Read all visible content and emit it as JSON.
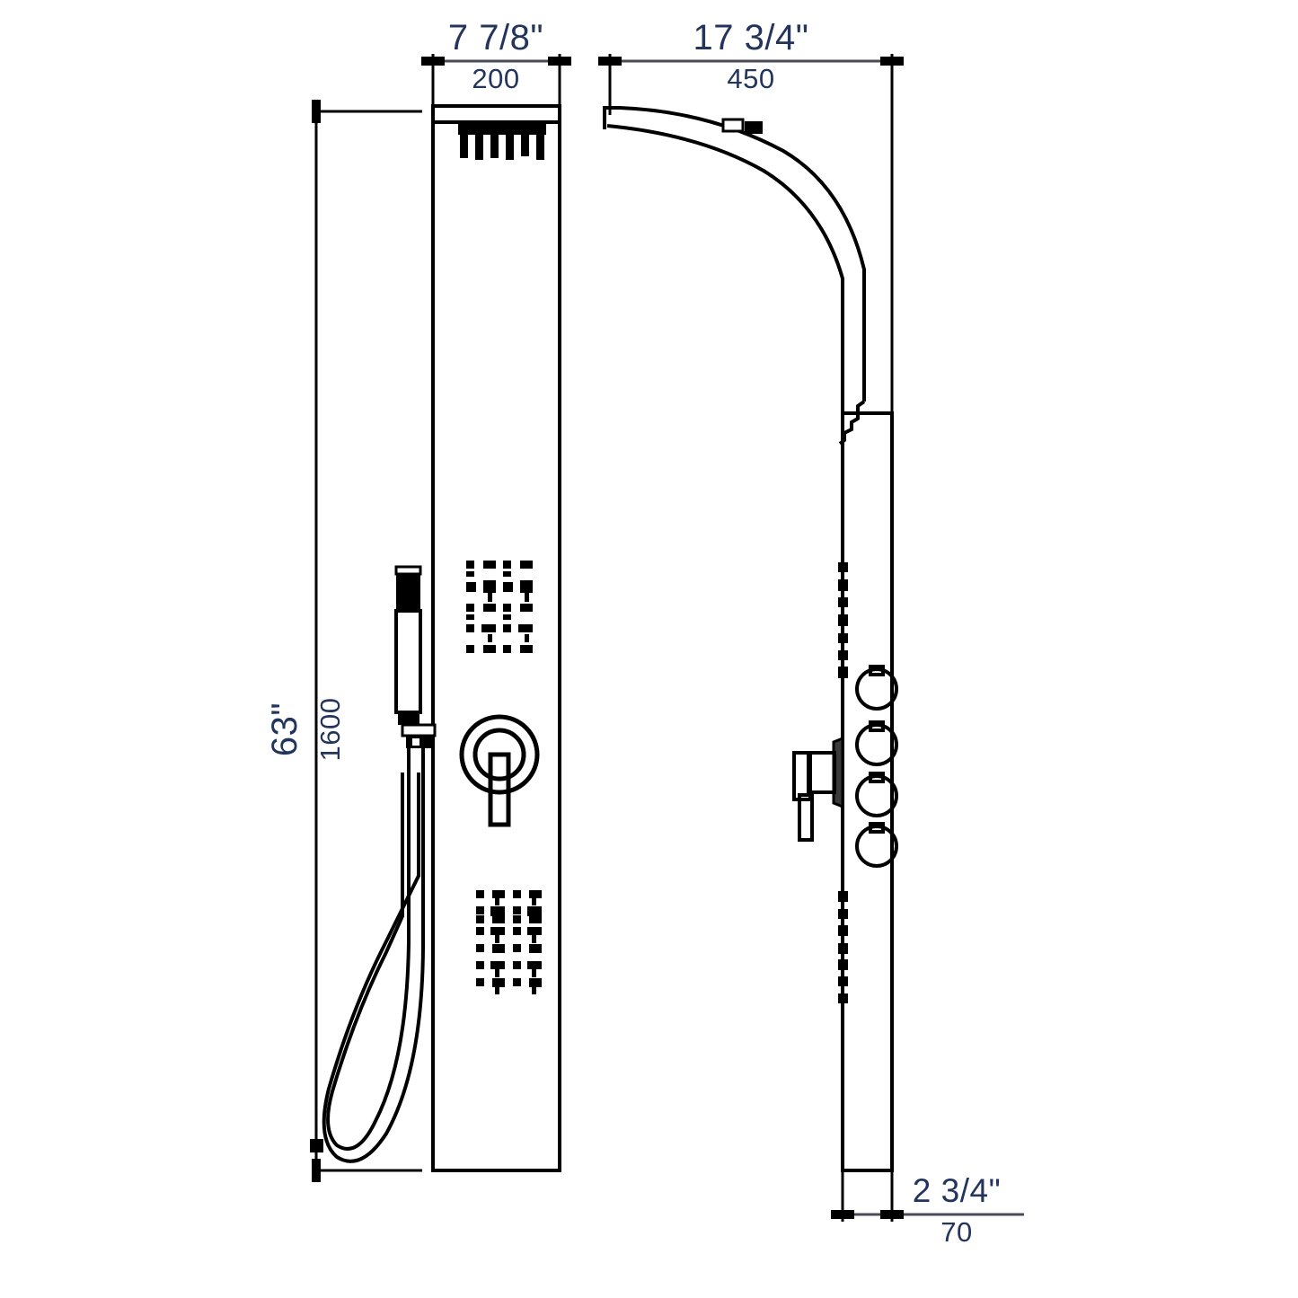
{
  "document": {
    "type": "technical-dimension-drawing",
    "subject": "shower-panel-tower",
    "background_color": "#ffffff",
    "line_color": "#000000",
    "dimension_text_color": "#23355c"
  },
  "dimensions": {
    "front_width": {
      "imperial": "7 7/8\"",
      "metric": "200",
      "orientation": "horizontal",
      "position": "top-left-view"
    },
    "side_depth_top": {
      "imperial": "17 3/4\"",
      "metric": "450",
      "orientation": "horizontal",
      "position": "top-right-view"
    },
    "height": {
      "imperial": "63\"",
      "metric": "1600",
      "orientation": "vertical",
      "position": "left-of-front-view"
    },
    "base_depth": {
      "imperial": "2 3/4\"",
      "metric": "70",
      "orientation": "horizontal",
      "position": "bottom-right-view"
    }
  },
  "views": {
    "front": {
      "name": "front-elevation",
      "components": [
        {
          "name": "rain-shower-head",
          "teeth": 6
        },
        {
          "name": "upper-body-jet-array",
          "columns": 4,
          "rows": 7
        },
        {
          "name": "mixer-valve-knob"
        },
        {
          "name": "lower-body-jet-array",
          "columns": 4,
          "rows": 8
        },
        {
          "name": "handheld-shower-wand"
        },
        {
          "name": "shower-hose-loop"
        }
      ]
    },
    "side": {
      "name": "side-elevation",
      "components": [
        {
          "name": "curved-shower-arm"
        },
        {
          "name": "upper-jet-profile-ticks",
          "count": 9
        },
        {
          "name": "control-knob-profile",
          "count": 4
        },
        {
          "name": "mixer-valve-lever-profile"
        },
        {
          "name": "lower-jet-profile-ticks",
          "count": 9
        },
        {
          "name": "panel-base"
        }
      ]
    }
  }
}
